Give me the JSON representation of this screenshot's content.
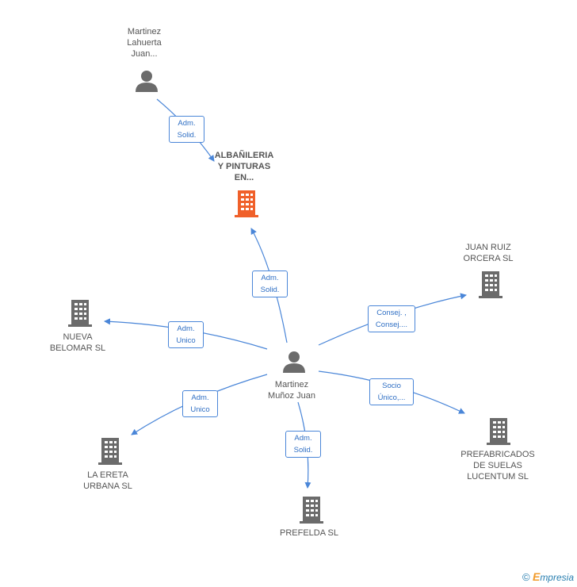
{
  "nodes": {
    "martinez_lahuerta": {
      "lines": [
        "Martinez",
        "Lahuerta",
        "Juan..."
      ]
    },
    "albanileria": {
      "lines": [
        "ALBAÑILERIA",
        "Y PINTURAS",
        "EN..."
      ]
    },
    "juan_ruiz": {
      "lines": [
        "JUAN RUIZ",
        "ORCERA SL"
      ]
    },
    "nueva_belomar": {
      "lines": [
        "NUEVA",
        "BELOMAR SL"
      ]
    },
    "martinez_munoz": {
      "lines": [
        "Martinez",
        "Muñoz Juan"
      ]
    },
    "la_ereta": {
      "lines": [
        "LA ERETA",
        "URBANA SL"
      ]
    },
    "prefabricados": {
      "lines": [
        "PREFABRICADOS",
        "DE SUELAS",
        "LUCENTUM SL"
      ]
    },
    "prefelda": {
      "lines": [
        "PREFELDA SL"
      ]
    }
  },
  "edges": {
    "e1": {
      "lines": [
        "Adm.",
        "Solid."
      ]
    },
    "e2": {
      "lines": [
        "Adm.",
        "Solid."
      ]
    },
    "e3": {
      "lines": [
        "Consej. ,",
        "Consej...."
      ]
    },
    "e4": {
      "lines": [
        "Adm.",
        "Unico"
      ]
    },
    "e5": {
      "lines": [
        "Adm.",
        "Unico"
      ]
    },
    "e6": {
      "lines": [
        "Socio",
        "Único,..."
      ]
    },
    "e7": {
      "lines": [
        "Adm.",
        "Solid."
      ]
    }
  },
  "footer": {
    "copyright": "©",
    "brand_first": "E",
    "brand_rest": "mpresia"
  },
  "colors": {
    "edge": "#4a86d8",
    "person_icon": "#6b6b6b",
    "company_icon": "#6b6b6b",
    "main_company_icon": "#f0602a"
  }
}
